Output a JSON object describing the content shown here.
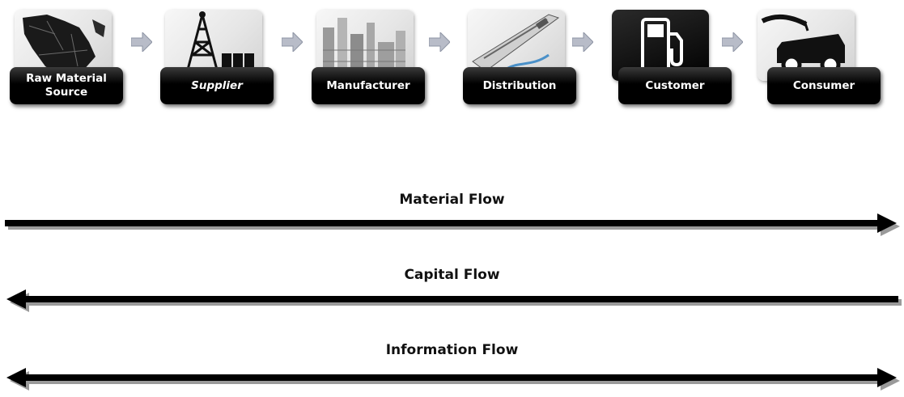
{
  "stages": [
    {
      "label": "Raw Material Source",
      "icon": "map-icon"
    },
    {
      "label": "Supplier",
      "icon": "oil-derrick-icon"
    },
    {
      "label": "Manufacturer",
      "icon": "refinery-icon"
    },
    {
      "label": "Distribution",
      "icon": "tanker-ship-icon"
    },
    {
      "label": "Customer",
      "icon": "fuel-pump-icon"
    },
    {
      "label": "Consumer",
      "icon": "car-fuel-icon"
    }
  ],
  "flows": {
    "material": "Material Flow",
    "capital": "Capital Flow",
    "information": "Information Flow"
  },
  "colors": {
    "label_bg": "#000000",
    "label_text": "#ffffff",
    "chevron": "#b8bcc8",
    "arrow": "#000000",
    "arrow_shadow": "#9a9a9a"
  }
}
